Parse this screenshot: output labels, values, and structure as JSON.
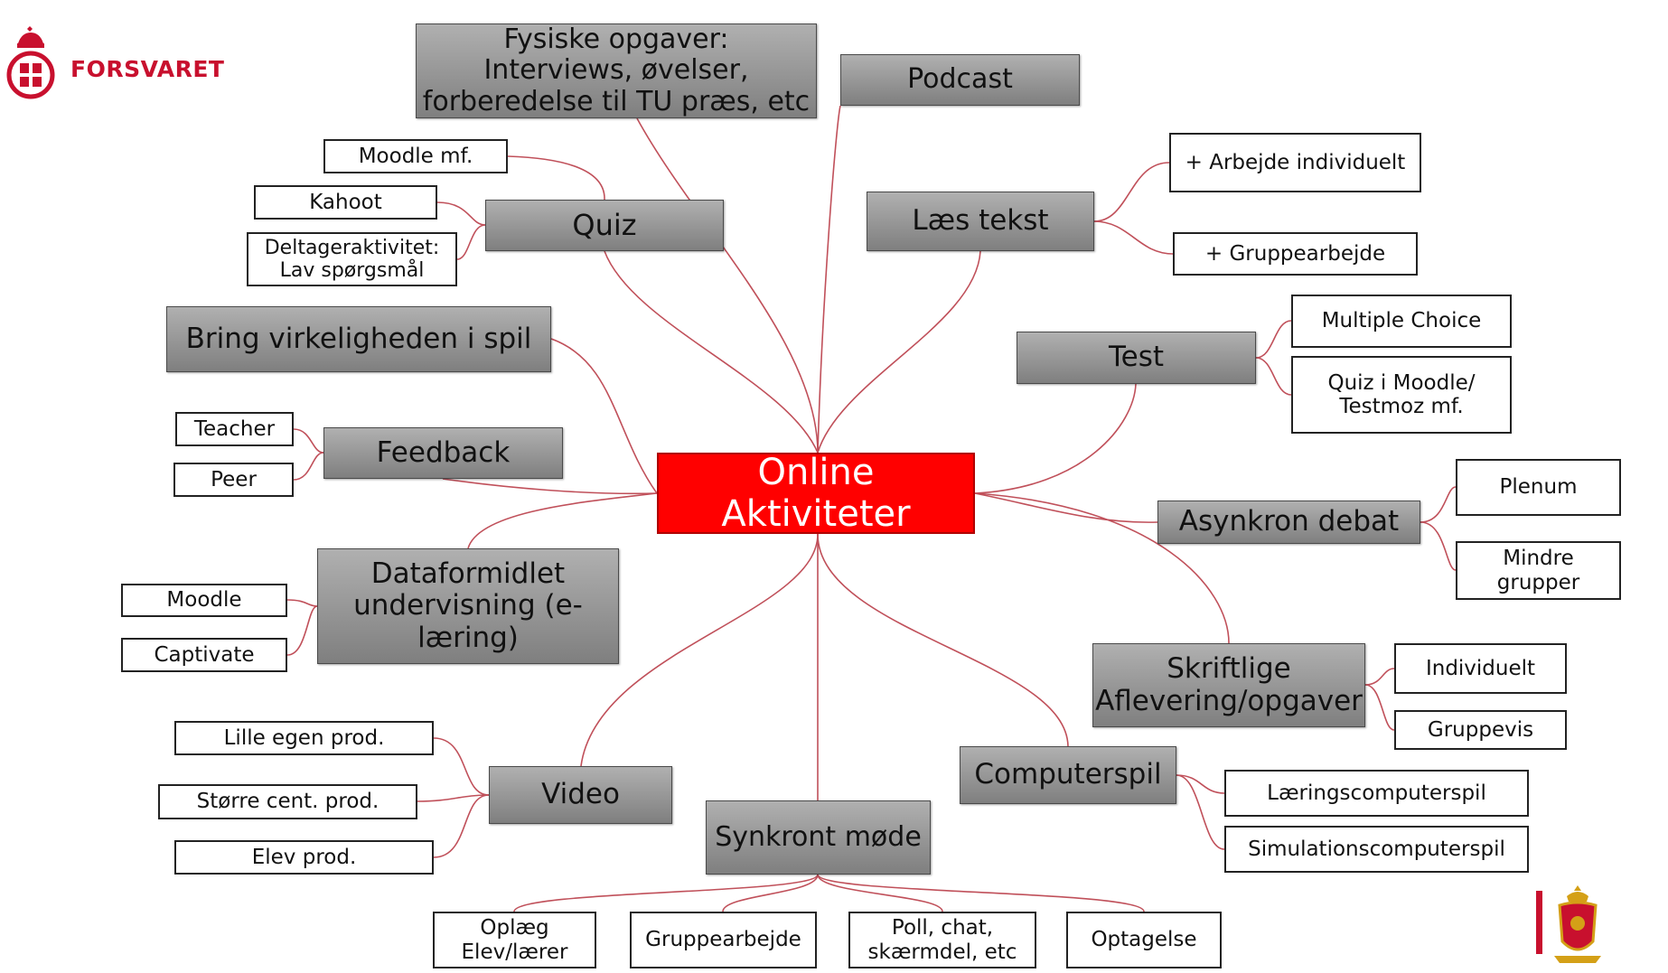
{
  "brand": {
    "name": "FORSVARET",
    "color": "#c8102e"
  },
  "center": {
    "label": "Online Aktiviteter",
    "color": "#ff0000"
  },
  "link_color": "#c0505a",
  "nodes": {
    "fysiske": "Fysiske opgaver:\nInterviews, øvelser,\nforberedelse til TU præs, etc",
    "podcast": "Podcast",
    "quiz": "Quiz",
    "moodle_mf": "Moodle mf.",
    "kahoot": "Kahoot",
    "deltager": "Deltageraktivitet:\nLav spørgsmål",
    "laes": "Læs tekst",
    "arb_ind": "+ Arbejde individuelt",
    "gruppe_plus": "+ Gruppearbejde",
    "bring": "Bring virkeligheden i spil",
    "test": "Test",
    "mc": "Multiple Choice",
    "quizmoodle": "Quiz i Moodle/\nTestmoz mf.",
    "feedback": "Feedback",
    "teacher": "Teacher",
    "peer": "Peer",
    "asynkron": "Asynkron debat",
    "plenum": "Plenum",
    "mindre": "Mindre\ngrupper",
    "data": "Dataformidlet\nundervisning (e-\nlæring)",
    "moodle": "Moodle",
    "captivate": "Captivate",
    "skriftlige": "Skriftlige\nAflevering/opgaver",
    "individuelt": "Individuelt",
    "gruppevis": "Gruppevis",
    "video": "Video",
    "lille": "Lille egen prod.",
    "stoerre": "Større cent. prod.",
    "elev": "Elev prod.",
    "computer": "Computerspil",
    "laering": "Læringscomputerspil",
    "simulation": "Simulationscomputerspil",
    "synkront": "Synkront møde",
    "oplaeg": "Oplæg\nElev/lærer",
    "gruppe": "Gruppearbejde",
    "poll": "Poll, chat,\nskærmdel, etc",
    "optagelse": "Optagelse"
  }
}
